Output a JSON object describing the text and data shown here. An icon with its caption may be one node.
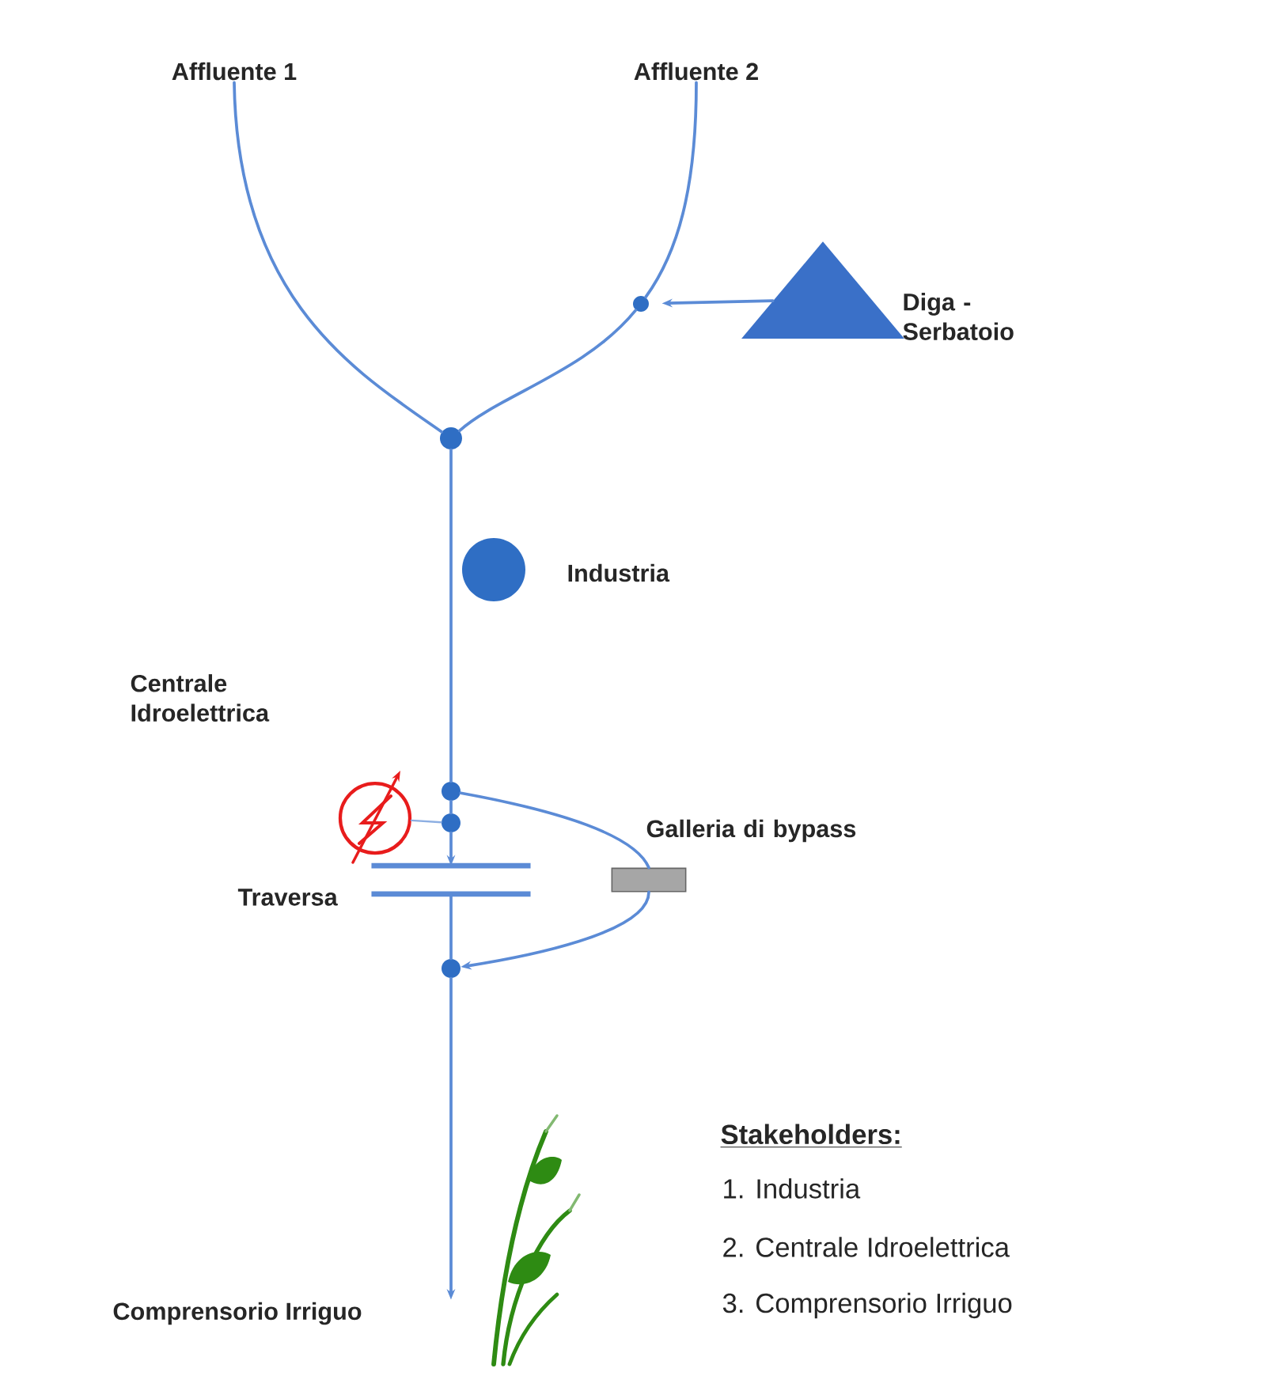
{
  "diagram": {
    "nodes": [
      {
        "text": [
          "Affluente 1"
        ]
      },
      {
        "text": [
          "Affluente 2"
        ]
      },
      {
        "text": [],
        "shape": "circle"
      },
      {
        "text": [],
        "shape": "circle"
      },
      {
        "text": [],
        "shape": "triangle",
        "beside": [
          "Diga - Serbatoio"
        ]
      },
      {
        "text": [],
        "shape": "circle",
        "beside": [
          "Industria"
        ]
      },
      {
        "text": [],
        "shape": "circle"
      },
      {
        "text": [],
        "shape": "circle"
      },
      {
        "text": [],
        "shape": "circle",
        "beside": [
          "Centrale Idroelettrica"
        ]
      },
      {
        "text": [],
        "shape": "bar",
        "beside": [
          "Traversa"
        ]
      },
      {
        "text": [],
        "shape": "box",
        "beside": [
          "Galleria di bypass"
        ]
      },
      {
        "text": [],
        "shape": "circle"
      },
      {
        "text": [
          "Comprensorio Irriguo"
        ]
      }
    ],
    "edges": [
      {
        "from": 0,
        "to": 3,
        "arrow": "none"
      },
      {
        "from": 1,
        "to": 2,
        "arrow": "none"
      },
      {
        "from": 2,
        "to": 3,
        "arrow": "none"
      },
      {
        "from": 4,
        "to": 2,
        "arrow": "to"
      },
      {
        "from": 3,
        "to": 6,
        "arrow": "none"
      },
      {
        "from": 6,
        "to": 7,
        "arrow": "none"
      },
      {
        "from": 7,
        "to": 8,
        "arrow": "none"
      },
      {
        "from": 7,
        "to": 9,
        "arrow": "to"
      },
      {
        "from": 6,
        "to": 10,
        "arrow": "none"
      },
      {
        "from": 10,
        "to": 11,
        "arrow": "to"
      },
      {
        "from": 9,
        "to": 11,
        "arrow": "none"
      },
      {
        "from": 11,
        "to": 12,
        "arrow": "to"
      }
    ],
    "labels": [
      "Stakeholders:",
      "1. Industria",
      "2. Centrale Idroelettrica",
      "3. Comprensorio Irriguo"
    ]
  }
}
